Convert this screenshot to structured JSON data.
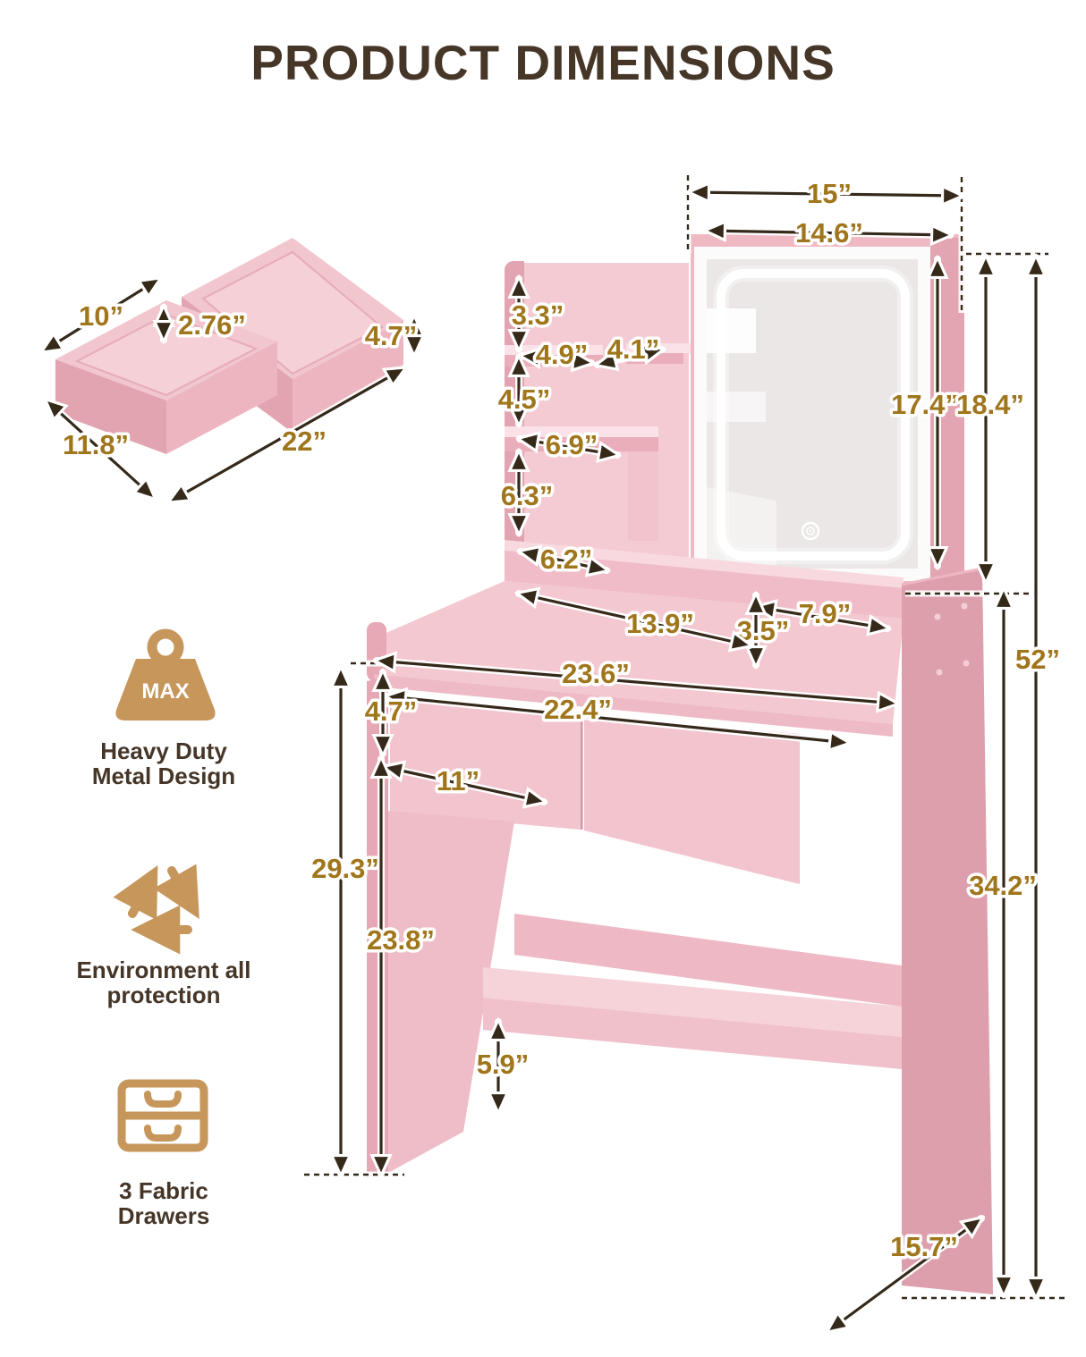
{
  "title": "PRODUCT DIMENSIONS",
  "max_label": "MAX",
  "features": [
    {
      "icon": "max-weight-icon",
      "line1": "Heavy Duty",
      "line2": "Metal Design"
    },
    {
      "icon": "recycle-icon",
      "line1": "Environment all",
      "line2": "protection"
    },
    {
      "icon": "drawers-icon",
      "line1": "3 Fabric",
      "line2": "Drawers"
    }
  ],
  "dims": {
    "tray": {
      "width": "10”",
      "inner_depth": "2.76”",
      "height": "4.7”",
      "side_depth": "11.8”",
      "length": "22”"
    },
    "mirror": {
      "frame_width": "15”",
      "mirror_width": "14.6”",
      "mirror_height": "17.4”",
      "panel_height": "18.4”"
    },
    "hutch": {
      "gap_top": "3.3”",
      "shelf_left_width": "4.9”",
      "shelf_right_width": "4.1”",
      "gap_mid": "4.5”",
      "shelf_mid_width": "6.9”",
      "gap_low": "6.3”",
      "base_width": "6.2”"
    },
    "desk": {
      "riser_depth": "7.9”",
      "riser_height": "3.5”",
      "surface_depth": "13.9”",
      "total_width": "23.6”",
      "drawer_span": "22.4”",
      "drawer_height": "4.7”",
      "drawer_width": "11”"
    },
    "frame": {
      "total_height": "52”",
      "desk_height": "34.2”",
      "left_panel_height": "29.3”",
      "inner_height": "23.8”",
      "shelf_clearance": "5.9”",
      "base_depth": "15.7”"
    }
  },
  "colors": {
    "pink_light": "#F4C9D2",
    "pink_mid": "#EFBCC7",
    "pink_dark": "#E2A4B1",
    "gold": "#A0761C",
    "brown": "#463628",
    "tan": "#C6965A",
    "led": "#FFFFFF"
  }
}
